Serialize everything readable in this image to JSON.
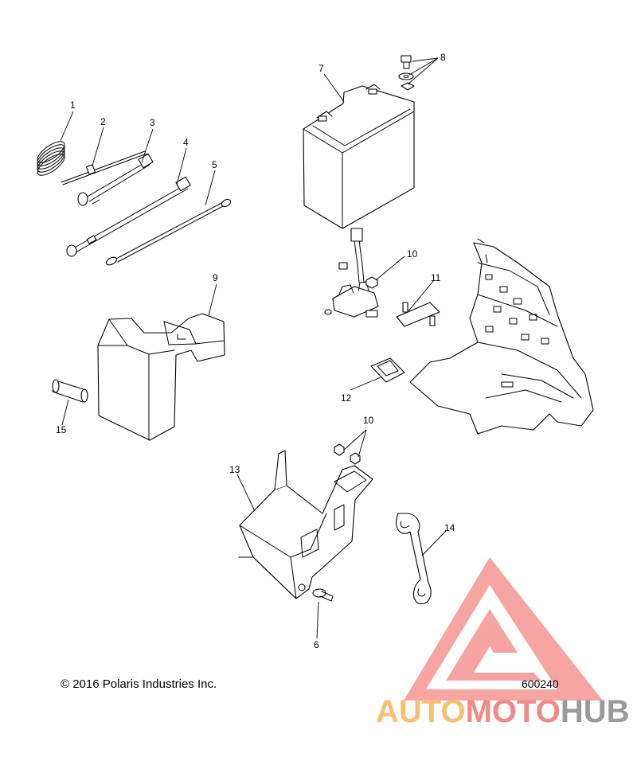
{
  "copyright": "© 2016 Polaris Industries Inc.",
  "figure_number": "600240",
  "watermark": {
    "part1": "AUTO",
    "part2": "MOTO",
    "part3": "HUB",
    "colors": {
      "triangle": "#f58a86",
      "auto": "#f7bf72",
      "moto": "#f08a87",
      "hub": "#9a9a9a"
    }
  },
  "callouts": {
    "c1": "1",
    "c2": "2",
    "c3": "3",
    "c4": "4",
    "c5": "5",
    "c6": "6",
    "c7": "7",
    "c8": "8",
    "c9": "9",
    "c10a": "10",
    "c10b": "10",
    "c11": "11",
    "c12": "12",
    "c13": "13",
    "c14": "14",
    "c15": "15"
  }
}
